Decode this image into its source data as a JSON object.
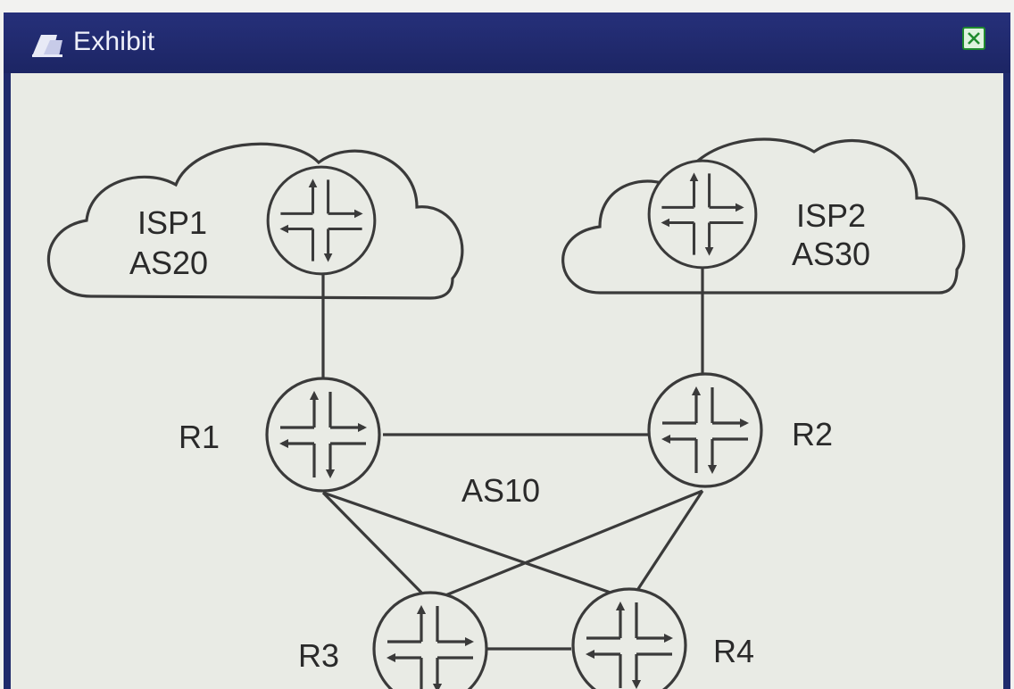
{
  "window": {
    "title": "Exhibit",
    "title_icon": "exhibit-icon",
    "close_icon": "close-icon",
    "accent_color": "#1f2a6c",
    "close_color": "#1f8a2e"
  },
  "diagram": {
    "clouds": [
      {
        "name": "ISP1",
        "as": "AS20"
      },
      {
        "name": "ISP2",
        "as": "AS30"
      }
    ],
    "routers": [
      {
        "id": "isp1-router",
        "label": ""
      },
      {
        "id": "isp2-router",
        "label": ""
      },
      {
        "id": "r1",
        "label": "R1"
      },
      {
        "id": "r2",
        "label": "R2"
      },
      {
        "id": "r3",
        "label": "R3"
      },
      {
        "id": "r4",
        "label": "R4"
      }
    ],
    "area_label": "AS10",
    "links": [
      [
        "isp1-router",
        "r1"
      ],
      [
        "isp2-router",
        "r2"
      ],
      [
        "r1",
        "r2"
      ],
      [
        "r1",
        "r3"
      ],
      [
        "r1",
        "r4"
      ],
      [
        "r2",
        "r3"
      ],
      [
        "r2",
        "r4"
      ],
      [
        "r3",
        "r4"
      ]
    ],
    "router_icon": "router-icon",
    "line_color": "#3a3a3a"
  }
}
